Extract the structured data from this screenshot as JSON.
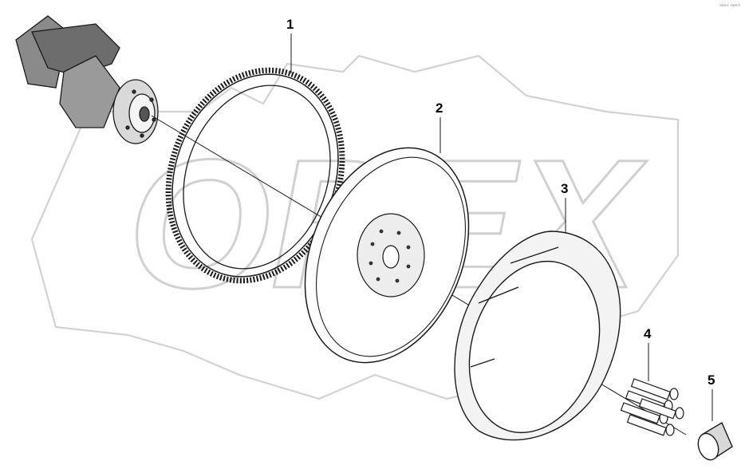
{
  "watermark": {
    "text": "OPEX",
    "color": "#cfcfcf"
  },
  "corner_mark": "ᵒᵖᵉˣ ᵒᵖᵉˣ",
  "line_color": "#1a1a1a",
  "parts": [
    {
      "id": "1",
      "label": "1"
    },
    {
      "id": "2",
      "label": "2"
    },
    {
      "id": "3",
      "label": "3"
    },
    {
      "id": "4",
      "label": "4"
    },
    {
      "id": "5",
      "label": "5"
    }
  ]
}
